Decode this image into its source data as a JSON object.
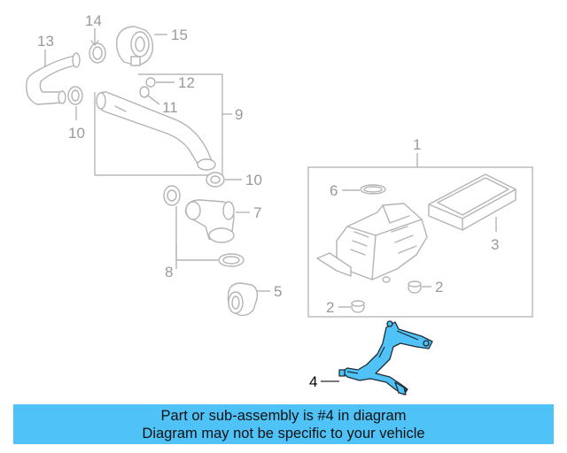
{
  "diagram": {
    "labels": {
      "p1": "1",
      "p2a": "2",
      "p2b": "2",
      "p3": "3",
      "p4": "4",
      "p5": "5",
      "p6": "6",
      "p7": "7",
      "p8": "8",
      "p9": "9",
      "p10a": "10",
      "p10b": "10",
      "p11": "11",
      "p12": "12",
      "p13": "13",
      "p14": "14",
      "p15": "15"
    },
    "highlighted_part": "4",
    "highlight_color": "#4fc3f7",
    "line_color": "#b4b4b4"
  },
  "banner": {
    "line1": "Part or sub-assembly is #4 in diagram",
    "line2": "Diagram may not be specific to your vehicle",
    "color": "#4fc3f7"
  }
}
